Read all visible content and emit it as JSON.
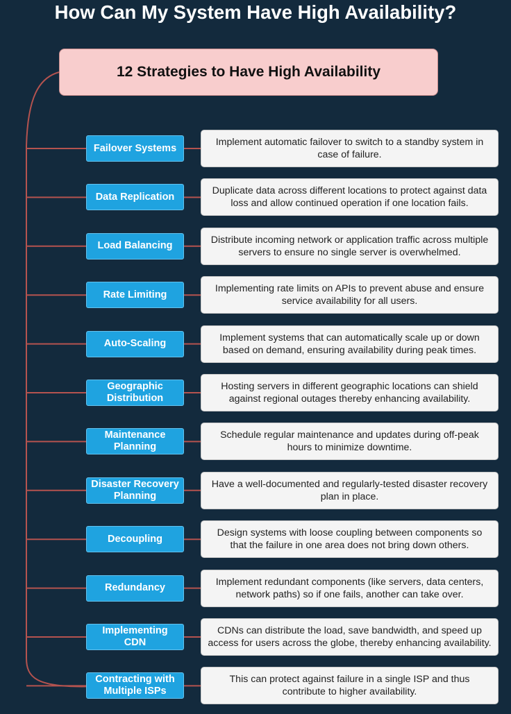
{
  "title": "How Can My System Have High Availability?",
  "banner": "12 Strategies to Have High Availability",
  "colors": {
    "background": "#132a3d",
    "banner_fill": "#f8cdcd",
    "strategy_fill": "#1fa3e0",
    "description_fill": "#f4f4f4",
    "connector": "#b5534f"
  },
  "items": [
    {
      "label": "Failover Systems",
      "description": "Implement automatic failover to switch to a standby system in\ncase of failure."
    },
    {
      "label": "Data Replication",
      "description": "Duplicate data across different locations to protect against data\nloss and allow continued operation if one location fails."
    },
    {
      "label": "Load Balancing",
      "description": "Distribute incoming network or application traffic across multiple\nservers to ensure no single server is overwhelmed."
    },
    {
      "label": "Rate Limiting",
      "description": "Implementing rate limits on APIs to prevent abuse and ensure\nservice availability for all users."
    },
    {
      "label": "Auto-Scaling",
      "description": "Implement systems that can automatically scale up or down\nbased on demand, ensuring availability during peak times."
    },
    {
      "label": "Geographic\nDistribution",
      "description": "Hosting servers in different geographic locations can shield\nagainst regional outages thereby enhancing availability."
    },
    {
      "label": "Maintenance\nPlanning",
      "description": "Schedule regular maintenance and updates during off-peak\nhours to minimize downtime."
    },
    {
      "label": "Disaster Recovery\nPlanning",
      "description": "Have a well-documented and regularly-tested disaster recovery\nplan in place."
    },
    {
      "label": "Decoupling",
      "description": "Design systems with loose coupling between components so\nthat the failure in one area does not bring down others."
    },
    {
      "label": "Redundancy",
      "description": "Implement redundant components (like servers, data centers,\nnetwork paths) so if one fails, another can take over."
    },
    {
      "label": "Implementing\nCDN",
      "description": "CDNs can distribute the load, save bandwidth, and speed up\naccess for users across the globe, thereby enhancing availability."
    },
    {
      "label": "Contracting with\nMultiple ISPs",
      "description": "This can protect against failure in a single ISP and thus\ncontribute to higher availability."
    }
  ]
}
